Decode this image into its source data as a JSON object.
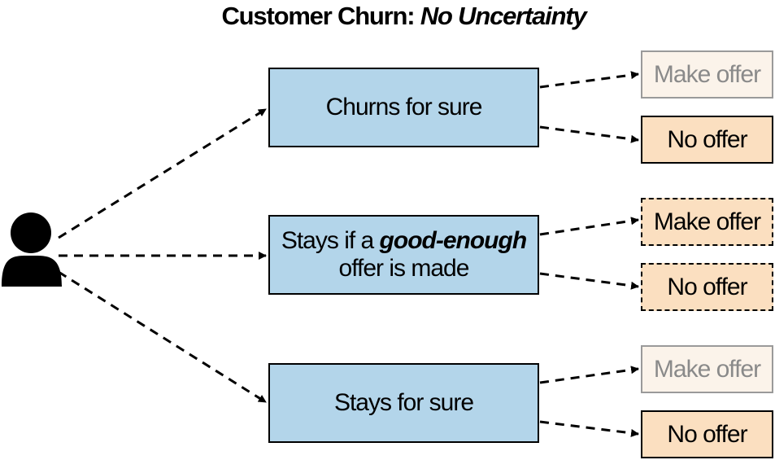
{
  "title": {
    "regular": "Customer Churn: ",
    "italic": "No Uncertainty"
  },
  "states": [
    {
      "label": "Churns for sure"
    },
    {
      "label_before": "Stays if a ",
      "label_emphasis": "good-enough",
      "label_after": "offer is made"
    },
    {
      "label": "Stays for sure"
    }
  ],
  "actions": [
    {
      "label": "Make offer",
      "style": "faded"
    },
    {
      "label": "No offer",
      "style": "solid"
    },
    {
      "label": "Make offer",
      "style": "dashed"
    },
    {
      "label": "No offer",
      "style": "dashed"
    },
    {
      "label": "Make offer",
      "style": "faded"
    },
    {
      "label": "No offer",
      "style": "solid"
    }
  ],
  "icons": {
    "customer": "person-icon"
  },
  "colors": {
    "state_fill": "#b3d5ea",
    "action_fill": "#fbdfc0",
    "action_faded_fill": "#fbf3ea",
    "faded_text": "#8a8a8a"
  }
}
